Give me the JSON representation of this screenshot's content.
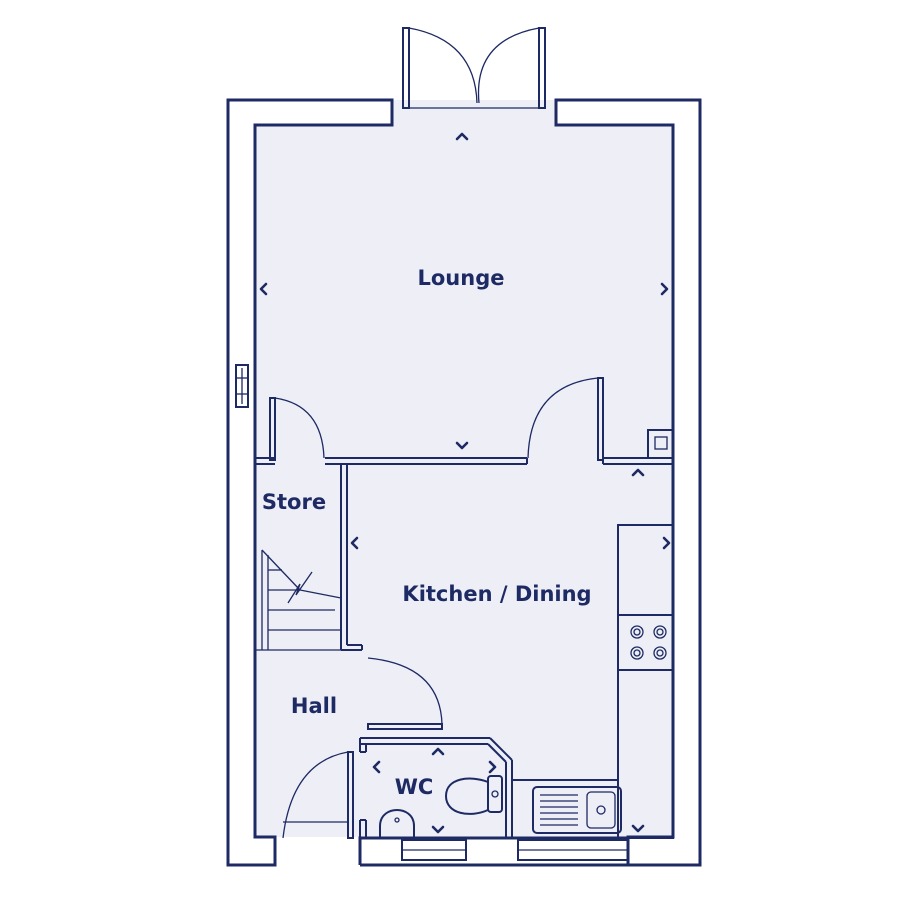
{
  "rooms": {
    "lounge": "Lounge",
    "store": "Store",
    "kitchen_dining": "Kitchen / Dining",
    "hall": "Hall",
    "wc": "WC"
  },
  "colors": {
    "wall": "#1d2a63",
    "floor": "#eeeef6",
    "background": "#ffffff"
  },
  "icons": [
    "dimension-arrow-icon",
    "door-swing-icon",
    "hob-icon",
    "sink-icon",
    "toilet-icon",
    "basin-icon",
    "window-icon",
    "staircase-icon"
  ]
}
